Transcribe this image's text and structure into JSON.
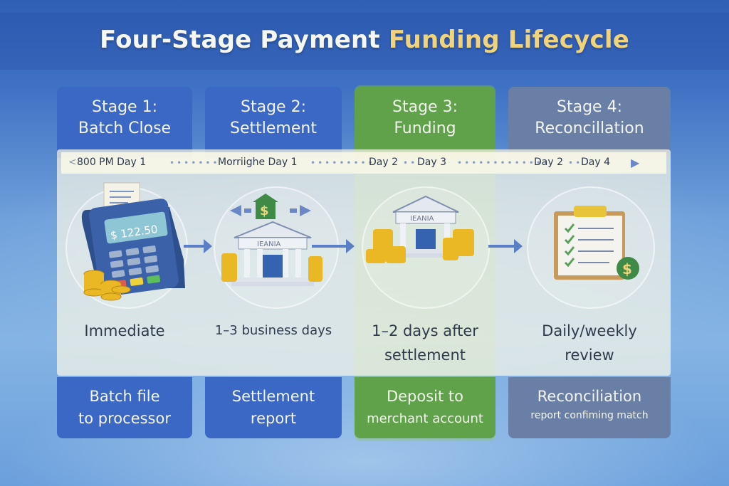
{
  "title": {
    "main": "Four-Stage Payment",
    "highlight": "Funding Lifecycle"
  },
  "colors": {
    "stage1": "#3a68c4",
    "stage2": "#3a68c4",
    "stage3": "#5fa24a",
    "stage4": "#6a7fa6",
    "title_highlight": "#f0d37a",
    "coin": "#e9b824"
  },
  "timeline": {
    "start_marker": "<",
    "labels": [
      "800 PM Day 1",
      "Morriighe Day 1",
      "Day 2",
      "Day 3",
      "Day 2",
      "Day 4"
    ],
    "end_marker": "▶"
  },
  "stages": [
    {
      "heading_line1": "Stage 1:",
      "heading_line2": "Batch Close",
      "icon": "card-terminal-icon",
      "terminal_amount": "$ 122.50",
      "timing_line1": "Immediate",
      "timing_line2": "",
      "output_line1": "Batch file",
      "output_line2": "to processor"
    },
    {
      "heading_line1": "Stage 2:",
      "heading_line2": "Settlement",
      "icon": "bank-transfer-icon",
      "bank_label": "IEANIA",
      "timing_line1": "1–3 business days",
      "timing_line2": "",
      "output_line1": "Settlement",
      "output_line2": "report"
    },
    {
      "heading_line1": "Stage 3:",
      "heading_line2": "Funding",
      "icon": "bank-coins-icon",
      "bank_label": "IEANIA",
      "timing_line1": "1–2 days after",
      "timing_line2": "settlement",
      "output_line1": "Deposit to",
      "output_line2": "merchant account"
    },
    {
      "heading_line1": "Stage 4:",
      "heading_line2": "Reconcillation",
      "icon": "clipboard-checklist-icon",
      "timing_line1": "Daily/weekly",
      "timing_line2": "review",
      "output_line1": "Reconciliation",
      "output_line2": "report confiming match"
    }
  ]
}
